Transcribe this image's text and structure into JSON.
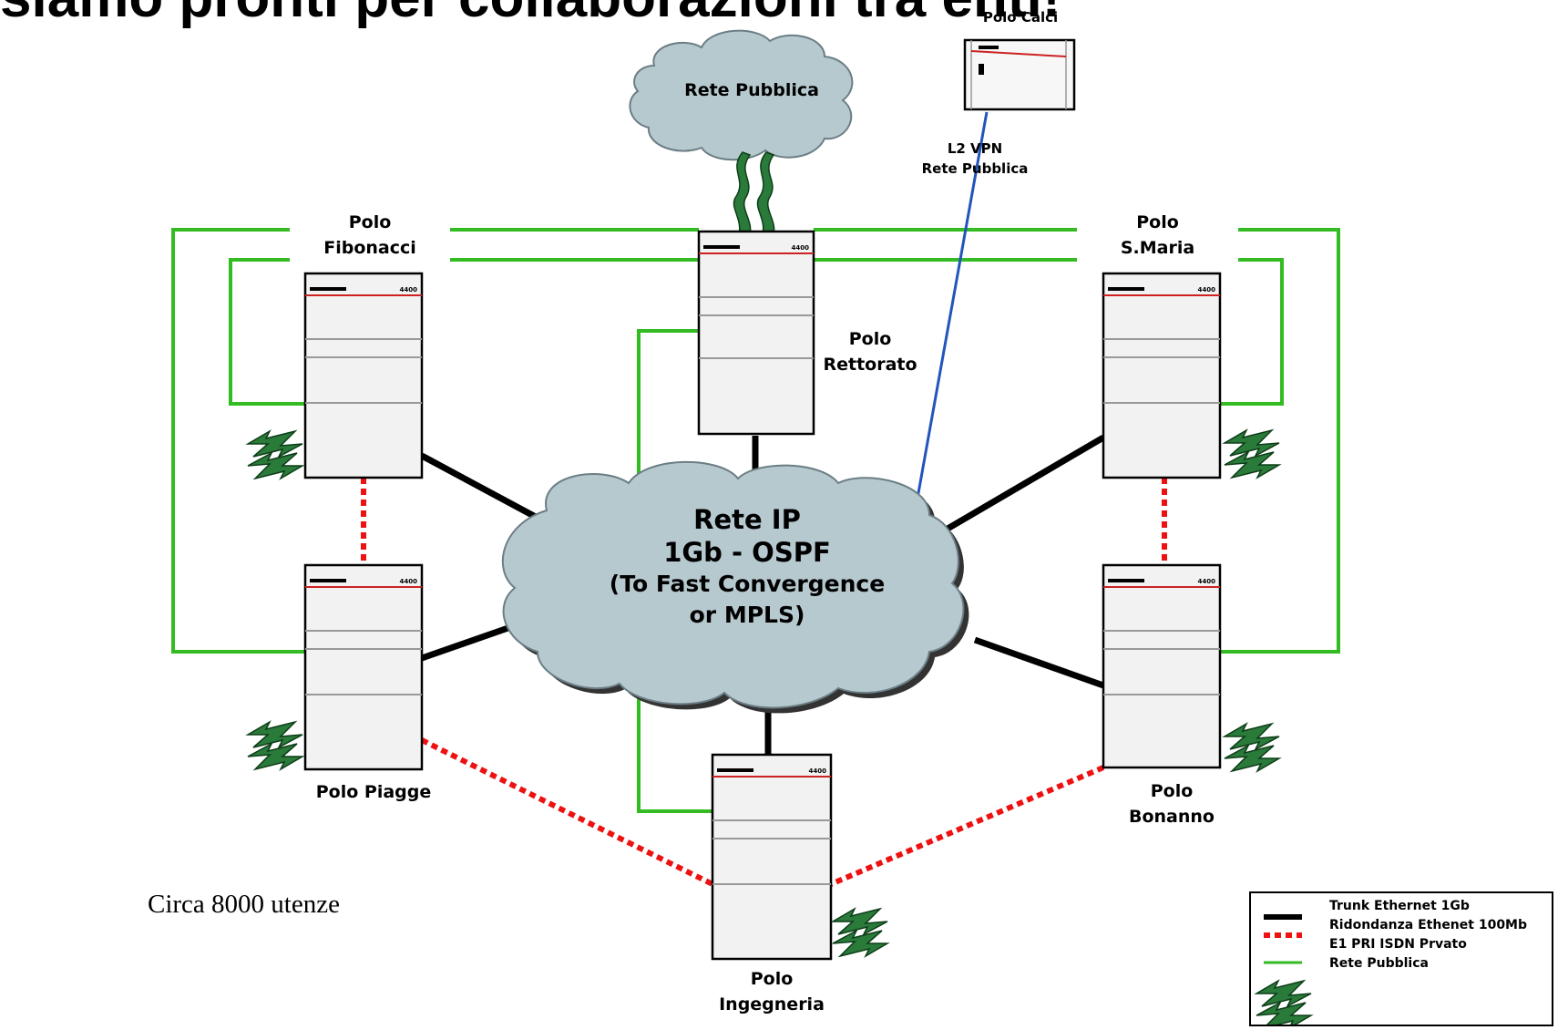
{
  "title": "siamo pronti per collaborazioni tra enti!",
  "nodes": {
    "fibonacci": [
      "Polo",
      "Fibonacci"
    ],
    "smaria": [
      "Polo",
      "S.Maria"
    ],
    "rettorato": [
      "Polo",
      "Rettorato"
    ],
    "piagge": "Polo  Piagge",
    "bonanno": [
      "Polo",
      "Bonanno"
    ],
    "ingegneria": [
      "Polo",
      "Ingegneria"
    ],
    "calci": "Polo  Calci"
  },
  "device_model": "4400",
  "clouds": {
    "public": "Rete Pubblica",
    "core": [
      "Rete IP",
      "1Gb - OSPF",
      "(To Fast Convergence",
      "or MPLS)"
    ]
  },
  "vpn_label": [
    "L2  VPN",
    "Rete Pubblica"
  ],
  "note": "Circa 8000 utenze",
  "legend": {
    "items": [
      {
        "label": "Trunk Ethernet 1Gb",
        "color": "#000000"
      },
      {
        "label": "Ridondanza Ethenet 100Mb",
        "color": "#ee1111"
      },
      {
        "label": "E1 PRI ISDN Prvato",
        "color": "#33bb22"
      },
      {
        "label": "Rete Pubblica",
        "color": "#2a7a3a"
      }
    ]
  },
  "colors": {
    "trunk": "#000000",
    "redundancy": "#ee1111",
    "isdn": "#33bb22",
    "vpn": "#2255bb",
    "cloud": "#b6c9cf",
    "arrow": "#2a7a3a"
  }
}
